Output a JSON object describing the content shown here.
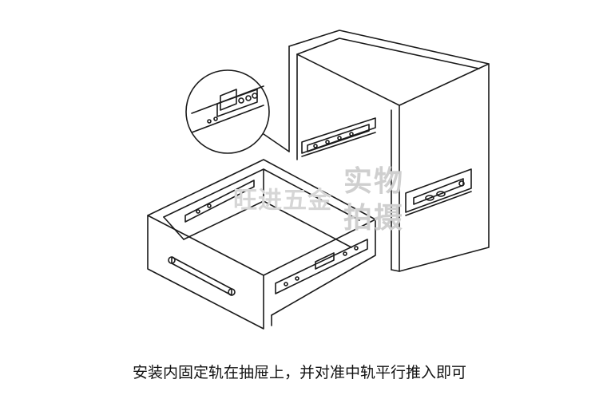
{
  "diagram": {
    "caption": "安装内固定轨在抽屉上，并对准中轨平行推入即可",
    "watermark_brand": "旺进五金",
    "watermark_real_line1": "实物",
    "watermark_real_line2": "拍摄",
    "colors": {
      "line": "#1a1a1a",
      "watermark": "#cfcfcf",
      "background": "#ffffff"
    }
  }
}
